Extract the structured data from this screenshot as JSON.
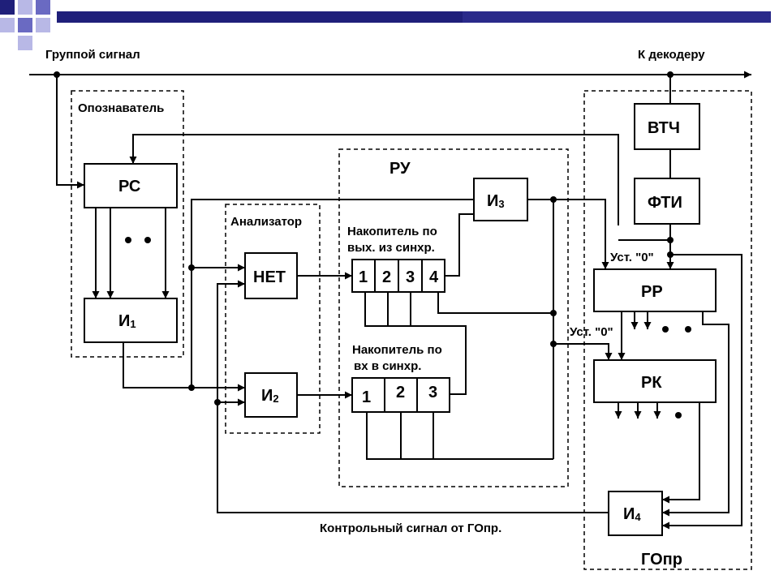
{
  "header": {
    "accent_colors": [
      "#1f1f7a",
      "#6a6ac2",
      "#b8b8e6"
    ]
  },
  "labels": {
    "group_signal": "Группой сигнал",
    "to_decoder": "К декодеру",
    "control_signal": "Контрольный сигнал от ГОпр."
  },
  "regions": {
    "identifier": "Опознаватель",
    "analyzer": "Анализатор",
    "ru": "РУ",
    "gopr": "ГОпр"
  },
  "blocks": {
    "rs": "РС",
    "i1_main": "И",
    "i1_sub": "1",
    "net": "НЕТ",
    "i2_main": "И",
    "i2_sub": "2",
    "i3_main": "И",
    "i3_sub": "3",
    "vtch": "ВТЧ",
    "fti": "ФТИ",
    "rr": "РР",
    "rk": "РК",
    "i4_main": "И",
    "i4_sub": "4"
  },
  "accumulators": {
    "out_line1": "Накопитель по",
    "out_line2": "вых. из синхр.",
    "out_cells": [
      "1",
      "2",
      "3",
      "4"
    ],
    "in_line1": "Накопитель по",
    "in_line2": "вх в синхр.",
    "in_cells": [
      "1",
      "2",
      "3"
    ]
  },
  "reset": {
    "label_top": "Уст. \"0\"",
    "label_bottom": "Уст. \"0\""
  }
}
